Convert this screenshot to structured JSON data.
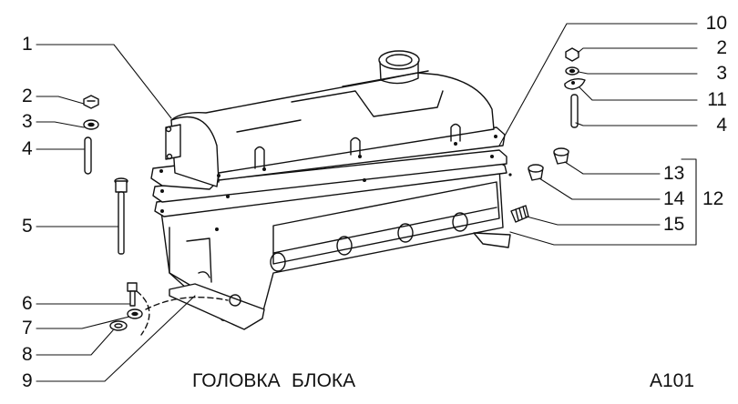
{
  "title": {
    "part1": "ГОЛОВКА",
    "part2": "БЛОКА"
  },
  "code": "A101",
  "colors": {
    "ink": "#111111",
    "background": "#ffffff"
  },
  "callouts_left": [
    {
      "num": "1",
      "part": "cylinder-head-cover"
    },
    {
      "num": "2",
      "part": "nut"
    },
    {
      "num": "3",
      "part": "washer"
    },
    {
      "num": "4",
      "part": "stud"
    },
    {
      "num": "5",
      "part": "head-bolt"
    },
    {
      "num": "6",
      "part": "bolt"
    },
    {
      "num": "7",
      "part": "spring-washer"
    },
    {
      "num": "8",
      "part": "washer"
    },
    {
      "num": "9",
      "part": "gasket-bracket"
    }
  ],
  "callouts_right": [
    {
      "num": "10",
      "part": "cover-gasket"
    },
    {
      "num": "2",
      "part": "nut"
    },
    {
      "num": "3",
      "part": "washer"
    },
    {
      "num": "11",
      "part": "plate"
    },
    {
      "num": "4",
      "part": "stud"
    },
    {
      "num": "13",
      "part": "plug"
    },
    {
      "num": "14",
      "part": "plug"
    },
    {
      "num": "15",
      "part": "plug"
    }
  ],
  "group_label": {
    "num": "12",
    "groups": [
      "13",
      "14",
      "15"
    ]
  }
}
